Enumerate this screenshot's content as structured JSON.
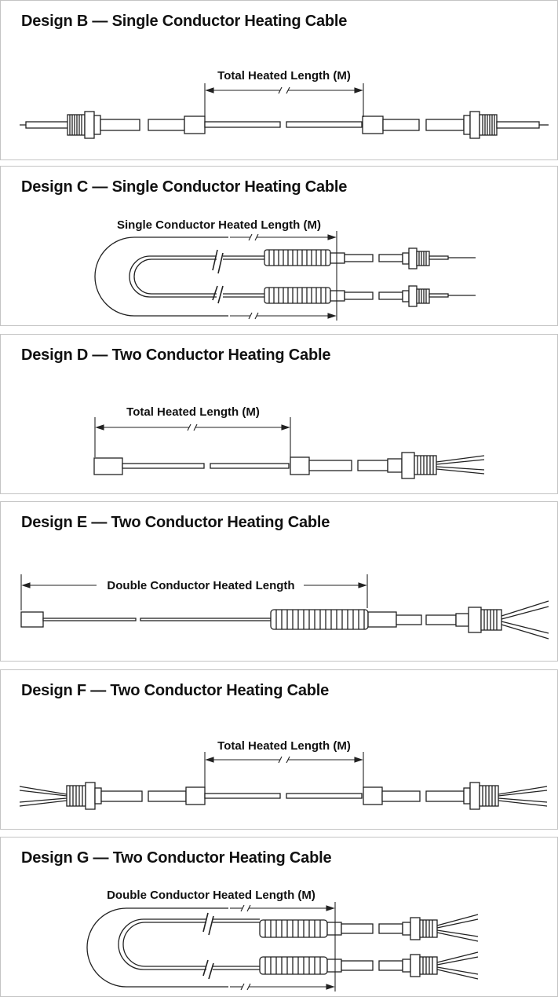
{
  "panels": [
    {
      "id": "B",
      "title": "Design B — Single Conductor Heating Cable",
      "dimension_label": "Total Heated Length (M)"
    },
    {
      "id": "C",
      "title": "Design C — Single Conductor Heating Cable",
      "dimension_label": "Single Conductor Heated Length (M)"
    },
    {
      "id": "D",
      "title": "Design D — Two Conductor Heating Cable",
      "dimension_label": "Total Heated Length (M)"
    },
    {
      "id": "E",
      "title": "Design E — Two Conductor Heating Cable",
      "dimension_label": "Double Conductor Heated Length"
    },
    {
      "id": "F",
      "title": "Design F — Two Conductor Heating Cable",
      "dimension_label": "Total Heated Length (M)"
    },
    {
      "id": "G",
      "title": "Design G — Two Conductor Heating Cable",
      "dimension_label": "Double Conductor Heated Length (M)"
    }
  ],
  "colors": {
    "ink": "#222222",
    "border": "#c4c4c4",
    "background": "#ffffff"
  }
}
